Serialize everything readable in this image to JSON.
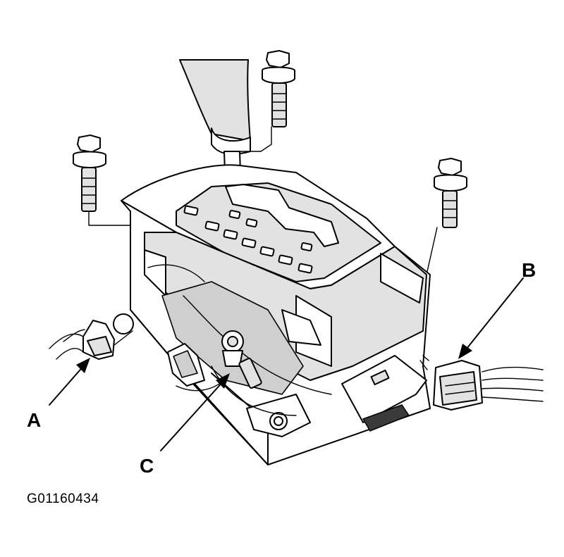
{
  "callouts": {
    "a": "A",
    "b": "B",
    "c": "C"
  },
  "figure_id": "G01160434",
  "colors": {
    "line": "#000000",
    "shade": "#e2e2e2",
    "background": "#ffffff"
  }
}
